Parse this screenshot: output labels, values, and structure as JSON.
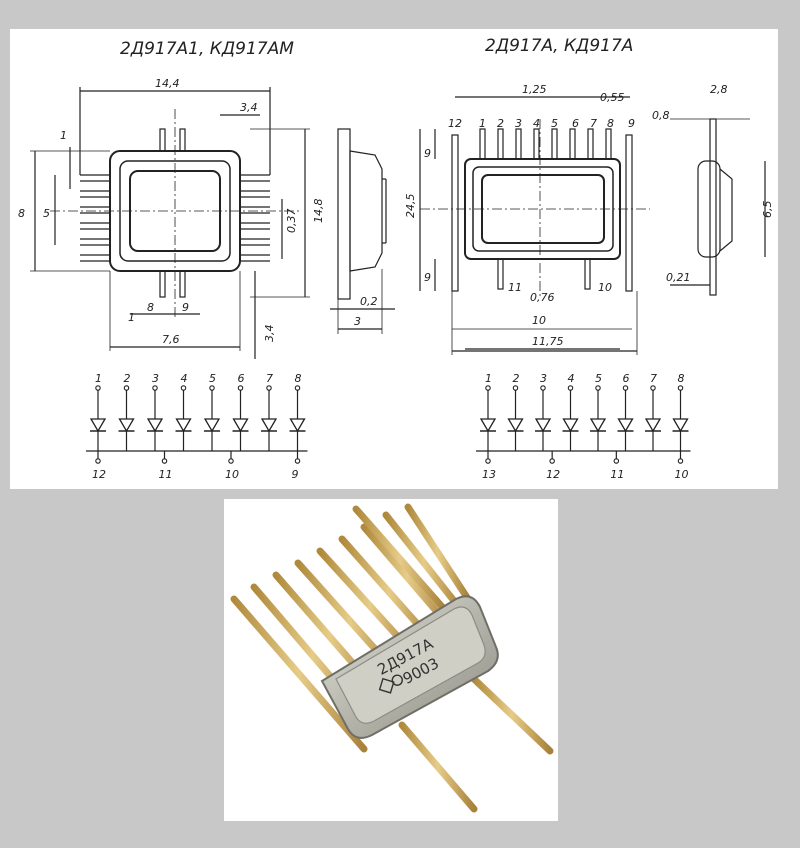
{
  "drawing": {
    "left_title": "2Д917А1, КД917АМ",
    "right_title": "2Д917А, КД917А",
    "left_dims": {
      "d14_4": "14,4",
      "d3_4_top": "3,4",
      "d1": "1",
      "d8": "8",
      "d5": "5",
      "d0_37": "0,37",
      "d14_8": "14,8",
      "d0_2": "0,2",
      "d3": "3",
      "d1_bottom": "1",
      "d8_bottom": "8",
      "d9_bottom": "9",
      "d7_6": "7,6",
      "d3_4_side": "3,4"
    },
    "right_dims": {
      "d1_25": "1,25",
      "d0_55": "0,55",
      "d2_8": "2,8",
      "d0_8": "0,8",
      "d9_top": "9",
      "d24_5": "24,5",
      "d9_bottom": "9",
      "d6_5": "6,5",
      "d0_21": "0,21",
      "d11": "11",
      "d0_76": "0,76",
      "d10_pin": "10",
      "d10": "10",
      "d11_75": "11,75"
    },
    "right_pins": [
      "12",
      "1",
      "2",
      "3",
      "4",
      "5",
      "6",
      "7",
      "8",
      "9"
    ],
    "left_schematic": {
      "top_pins": [
        "1",
        "2",
        "3",
        "4",
        "5",
        "6",
        "7",
        "8"
      ],
      "bottom_pins": [
        "12",
        "11",
        "10",
        "9"
      ]
    },
    "right_schematic": {
      "top_pins": [
        "1",
        "2",
        "3",
        "4",
        "5",
        "6",
        "7",
        "8"
      ],
      "bottom_pins": [
        "13",
        "12",
        "11",
        "10"
      ]
    }
  },
  "photo": {
    "marking_line1": "2Д917А",
    "marking_line2": "9003"
  },
  "colors": {
    "background": "#c8c8c8",
    "panel": "#ffffff",
    "ink": "#222222",
    "gold_lead": "#d9b96a",
    "package_metal": "#b9b9b0"
  }
}
